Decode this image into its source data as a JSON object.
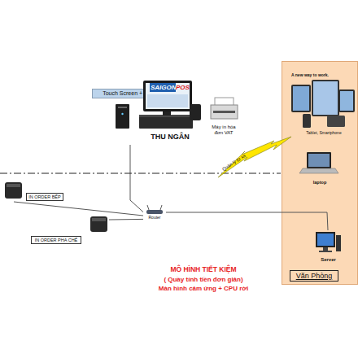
{
  "diagram": {
    "nodes": [
      {
        "text": [
          "Touch Screen + CPU"
        ]
      },
      {
        "text": [
          "THU NGÂN"
        ]
      },
      {
        "text": [
          "Máy in hóa đơn VAT"
        ]
      },
      {
        "text": [
          "Văn Phòng"
        ]
      },
      {
        "text": [
          "A new way to work.",
          "Tablet, Smartphone"
        ],
        "in": 3
      },
      {
        "text": [
          "laptop"
        ],
        "in": 3
      },
      {
        "text": [
          "Server"
        ],
        "in": 3
      },
      {
        "text": [
          "IN ORDER BẾP"
        ]
      },
      {
        "text": [
          "IN ORDER PHA CHẾ"
        ]
      },
      {
        "text": [
          "Router"
        ]
      }
    ],
    "edges": [
      {
        "from": 1,
        "to": 9,
        "arrow": "none"
      },
      {
        "from": 9,
        "to": 7,
        "arrow": "none"
      },
      {
        "from": 9,
        "to": 8,
        "arrow": "none"
      },
      {
        "from": 9,
        "to": 6,
        "arrow": "none"
      }
    ],
    "labels": [
      "SAIGON",
      "POS",
      "Quản lý từ xa",
      "MÔ HÌNH TIẾT KIỆM",
      "( Quầy tính tiền đơn giản)",
      "Màn hình cảm ứng + CPU rời"
    ]
  }
}
